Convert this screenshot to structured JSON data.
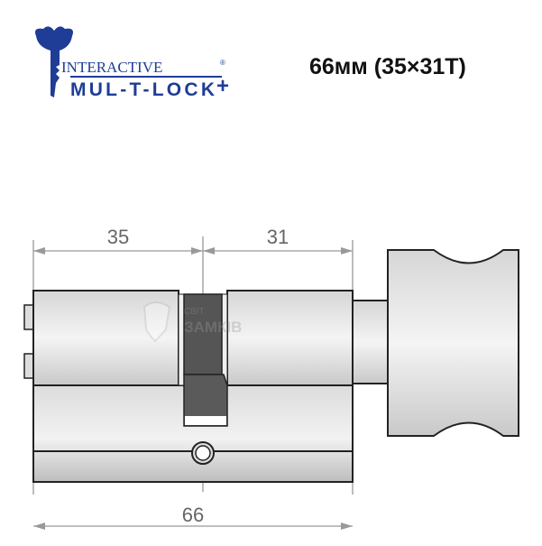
{
  "logo": {
    "line1": "INTERACTIVE",
    "line2": "MUL-T-LOCK",
    "registered": "®",
    "plus": "+",
    "color": "#1f3d96"
  },
  "title": "66мм (35×31T)",
  "dimensions": {
    "left": "35",
    "right": "31",
    "total": "66"
  },
  "watermark": {
    "line1": "СВІТ",
    "line2": "ЗАМКІВ"
  }
}
